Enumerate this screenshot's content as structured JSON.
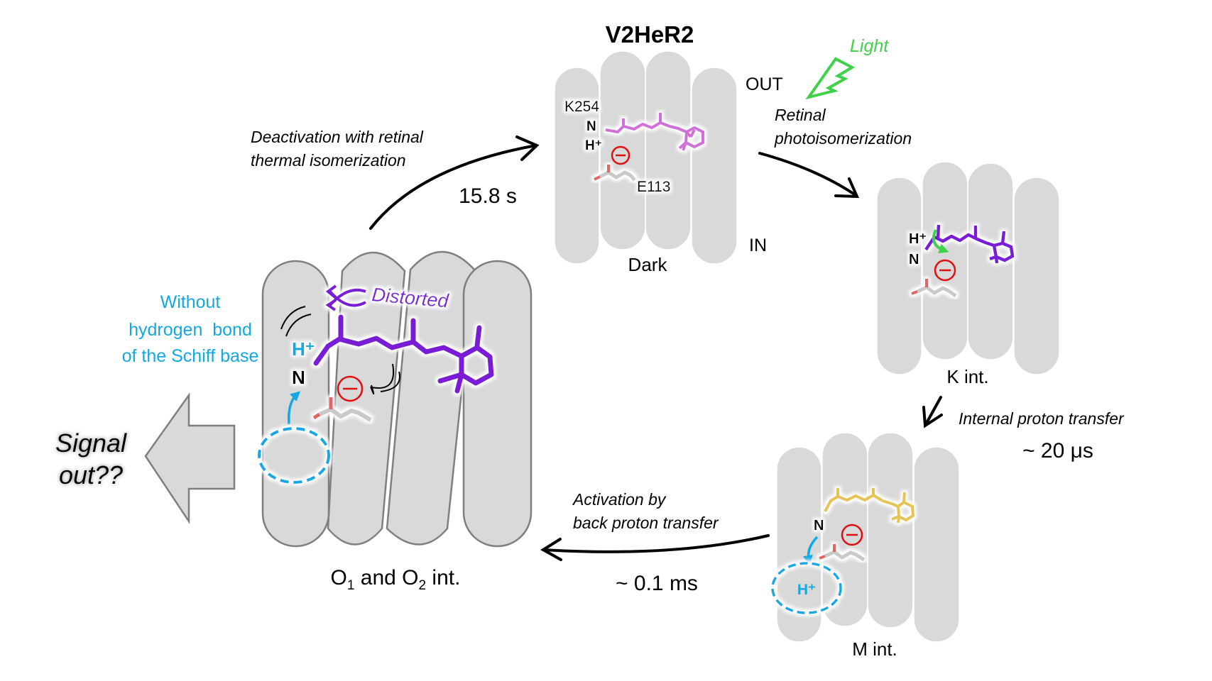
{
  "title": "V2HeR2",
  "membrane": {
    "out_label": "OUT",
    "in_label": "IN"
  },
  "light": {
    "label": "Light",
    "color": "#3fd14a"
  },
  "colors": {
    "dark_retinal": "#d16fd9",
    "distorted_retinal": "#7a1fd6",
    "m_retinal": "#e6c453",
    "proton": "#13a8e4",
    "anion": "#e01010",
    "helix": "#d9d9d9"
  },
  "states": {
    "dark": {
      "label": "Dark",
      "residue_lys": "K254",
      "residue_glu": "E113",
      "schiff_n": "N",
      "schiff_h": "H⁺"
    },
    "k": {
      "label": "K int.",
      "schiff_n": "N",
      "schiff_h": "H⁺"
    },
    "m": {
      "label": "M int.",
      "schiff_n": "N",
      "released_proton": "H⁺"
    },
    "o": {
      "label_prefix": "O",
      "sub1": "1",
      "label_mid": " and O",
      "sub2": "2",
      "label_suffix": " int.",
      "schiff_n": "N",
      "schiff_h": "H⁺",
      "distorted_label": "Distorted",
      "annotation": [
        "Without",
        "hydrogen  bond",
        "of the Schiff base"
      ]
    }
  },
  "transitions": {
    "dark_to_k": {
      "label": [
        "Retinal",
        "photoisomerization"
      ]
    },
    "k_to_m": {
      "label": "Internal proton transfer",
      "time": "~ 20 μs"
    },
    "m_to_o": {
      "label": [
        "Activation by",
        "back proton transfer"
      ],
      "time": "~ 0.1 ms"
    },
    "o_to_dark": {
      "label": [
        "Deactivation with retinal",
        "thermal isomerization"
      ],
      "time": "15.8 s"
    }
  },
  "signal": {
    "label": [
      "Signal",
      "out??"
    ]
  }
}
